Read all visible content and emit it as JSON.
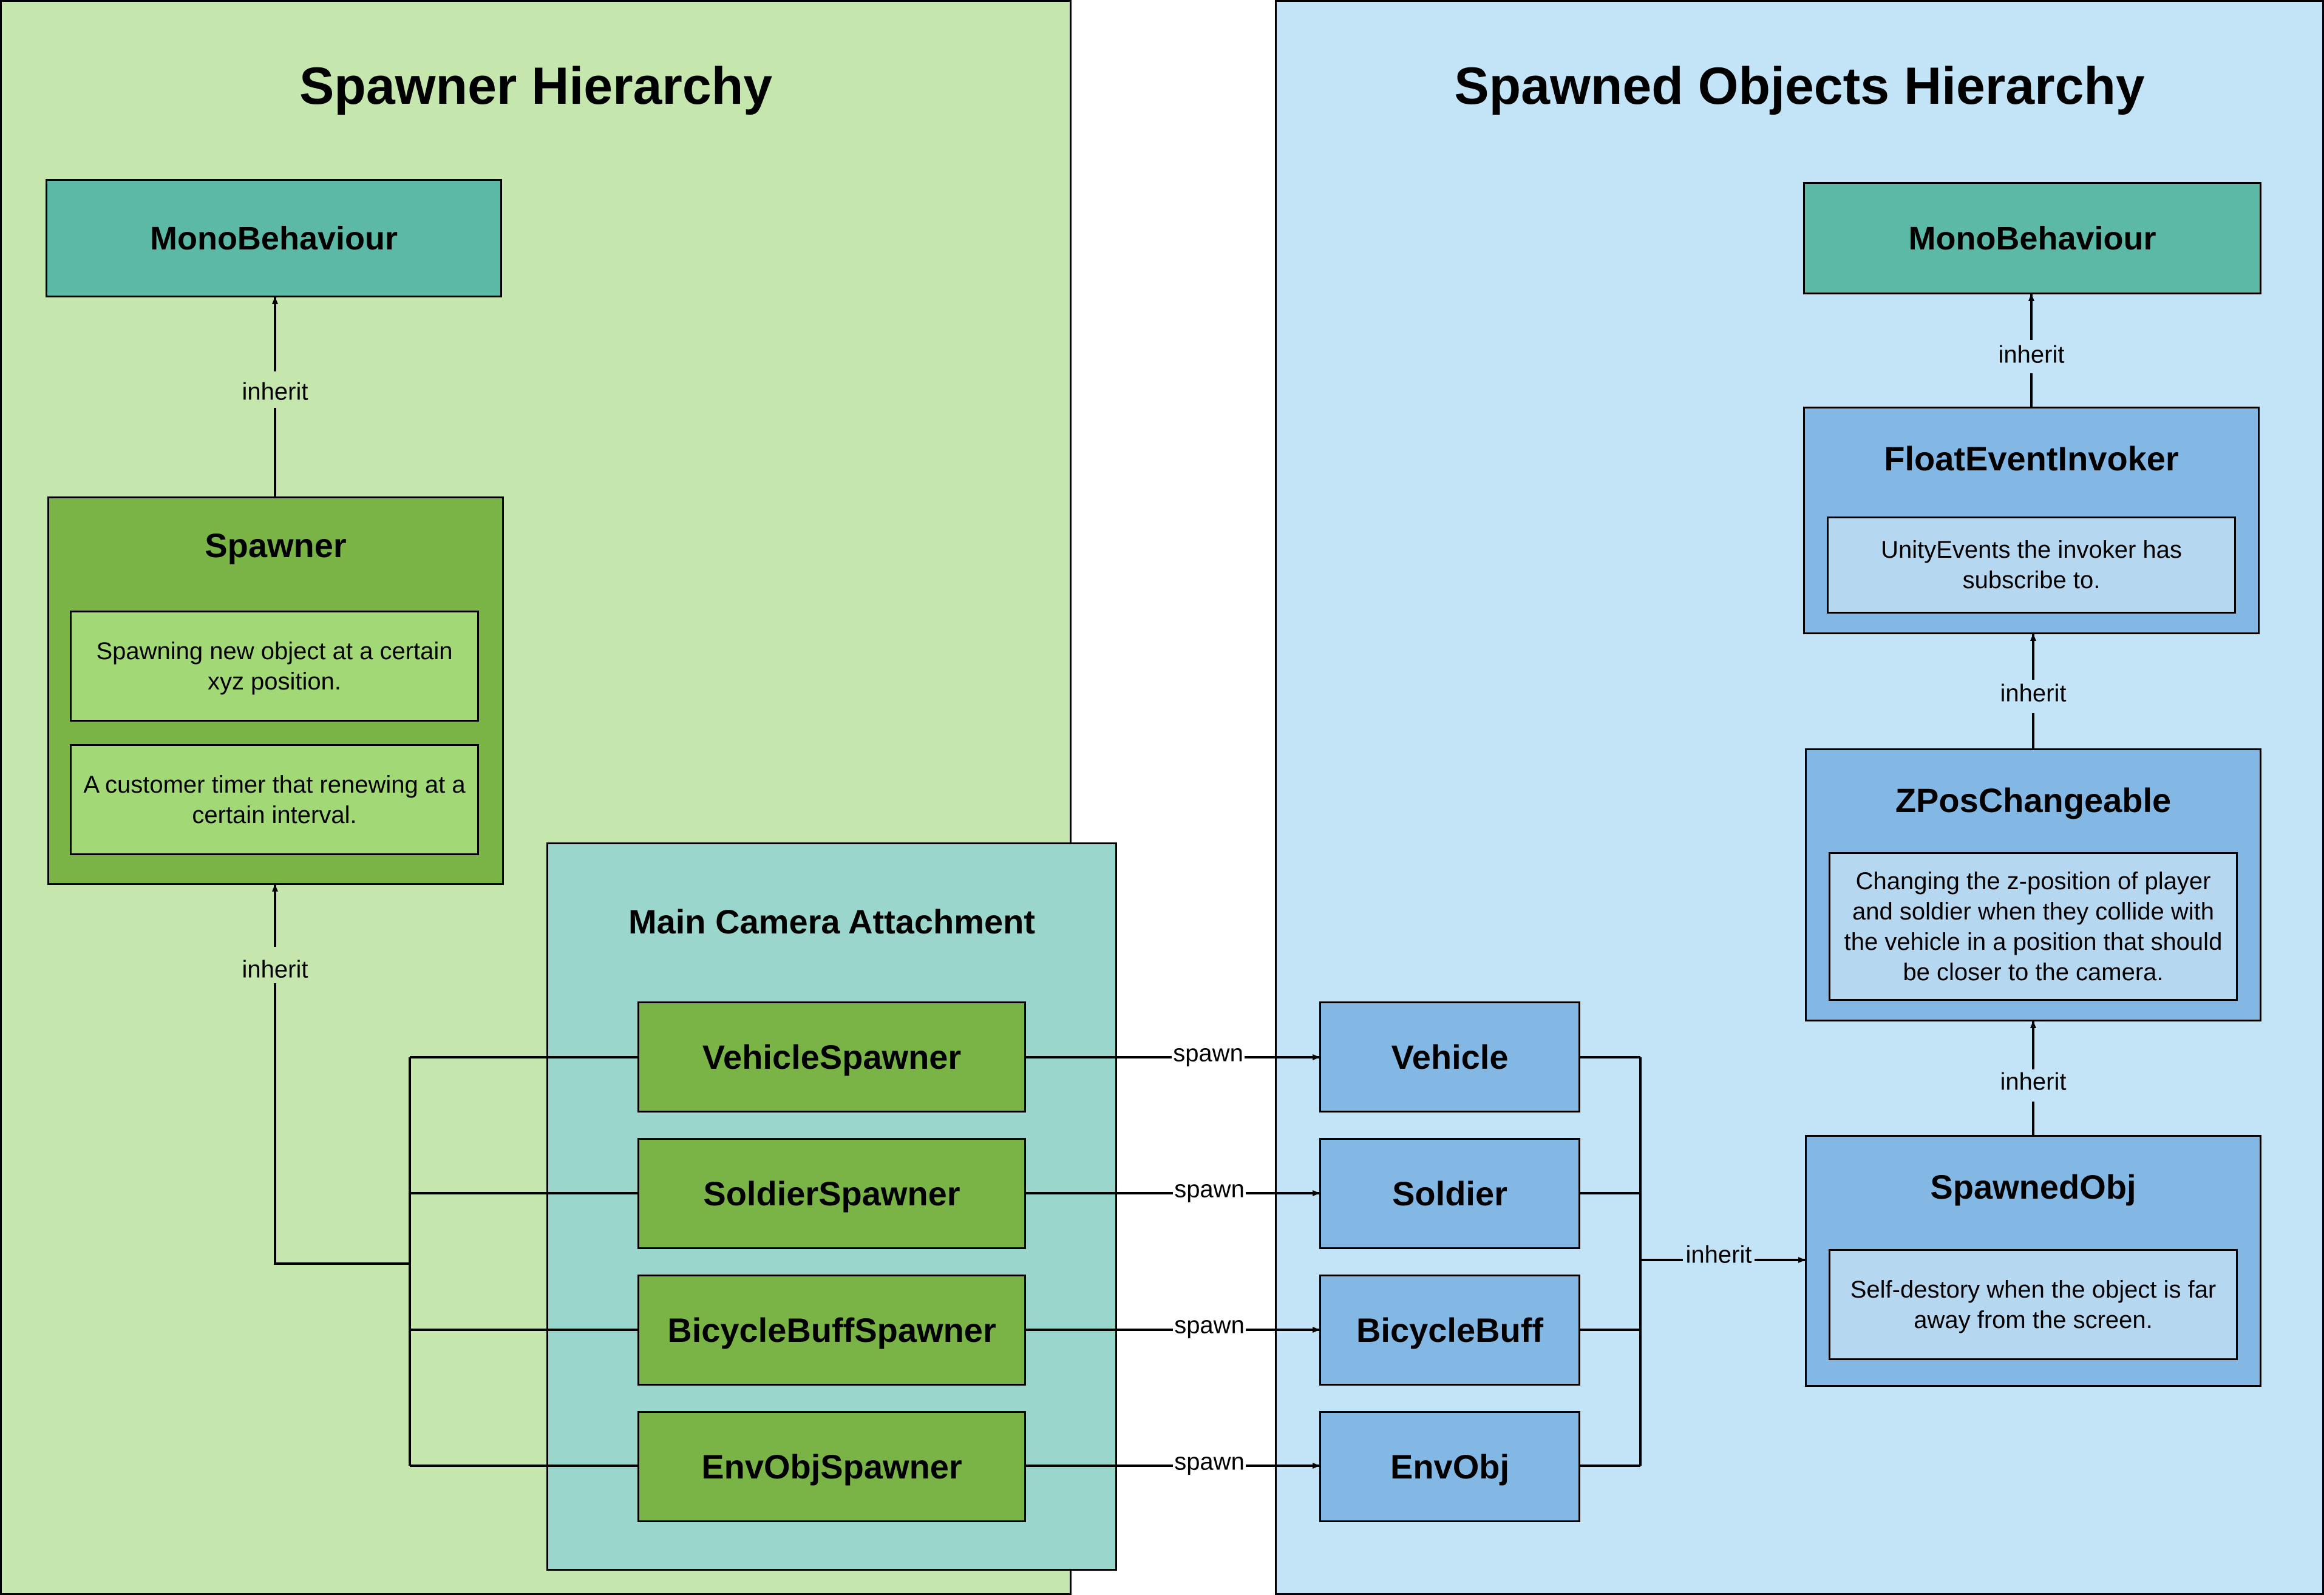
{
  "colors": {
    "left_bg": "#C5E7AE",
    "right_bg": "#C2E4F6",
    "camera_bg": "#9AD6CB",
    "teal": "#5BB9A5",
    "green": "#7AB446",
    "green_note": "#A3D877",
    "blue": "#84B8E4",
    "blue_note": "#B6D7F0"
  },
  "left_panel": {
    "title": "Spawner Hierarchy"
  },
  "right_panel": {
    "title": "Spawned Objects Hierarchy"
  },
  "camera_panel": {
    "title": "Main Camera Attachment"
  },
  "nodes": {
    "mono_left": {
      "title": "MonoBehaviour"
    },
    "spawner": {
      "title": "Spawner",
      "notes": [
        "Spawning new object at a certain xyz position.",
        "A customer timer that renewing at a certain interval."
      ]
    },
    "vehicle_spawner": {
      "title": "VehicleSpawner"
    },
    "soldier_spawner": {
      "title": "SoldierSpawner"
    },
    "bicycle_spawner": {
      "title": "BicycleBuffSpawner"
    },
    "envobj_spawner": {
      "title": "EnvObjSpawner"
    },
    "vehicle": {
      "title": "Vehicle"
    },
    "soldier": {
      "title": "Soldier"
    },
    "bicycle": {
      "title": "BicycleBuff"
    },
    "envobj": {
      "title": "EnvObj"
    },
    "mono_right": {
      "title": "MonoBehaviour"
    },
    "float_invoker": {
      "title": "FloatEventInvoker",
      "note": "UnityEvents the invoker has subscribe to."
    },
    "zpos": {
      "title": "ZPosChangeable",
      "note": "Changing the z-position of player and soldier when they collide with the vehicle in a position that should be closer to the camera."
    },
    "spawned_obj": {
      "title": "SpawnedObj",
      "note": "Self-destory when the object is far away from the screen."
    }
  },
  "edge_labels": {
    "inherit_mono_left": "inherit",
    "inherit_spawner": "inherit",
    "spawn_vehicle": "spawn",
    "spawn_soldier": "spawn",
    "spawn_bicycle": "spawn",
    "spawn_envobj": "spawn",
    "inherit_spawned": "inherit",
    "inherit_zpos": "inherit",
    "inherit_float": "inherit",
    "inherit_mono_right": "inherit"
  }
}
